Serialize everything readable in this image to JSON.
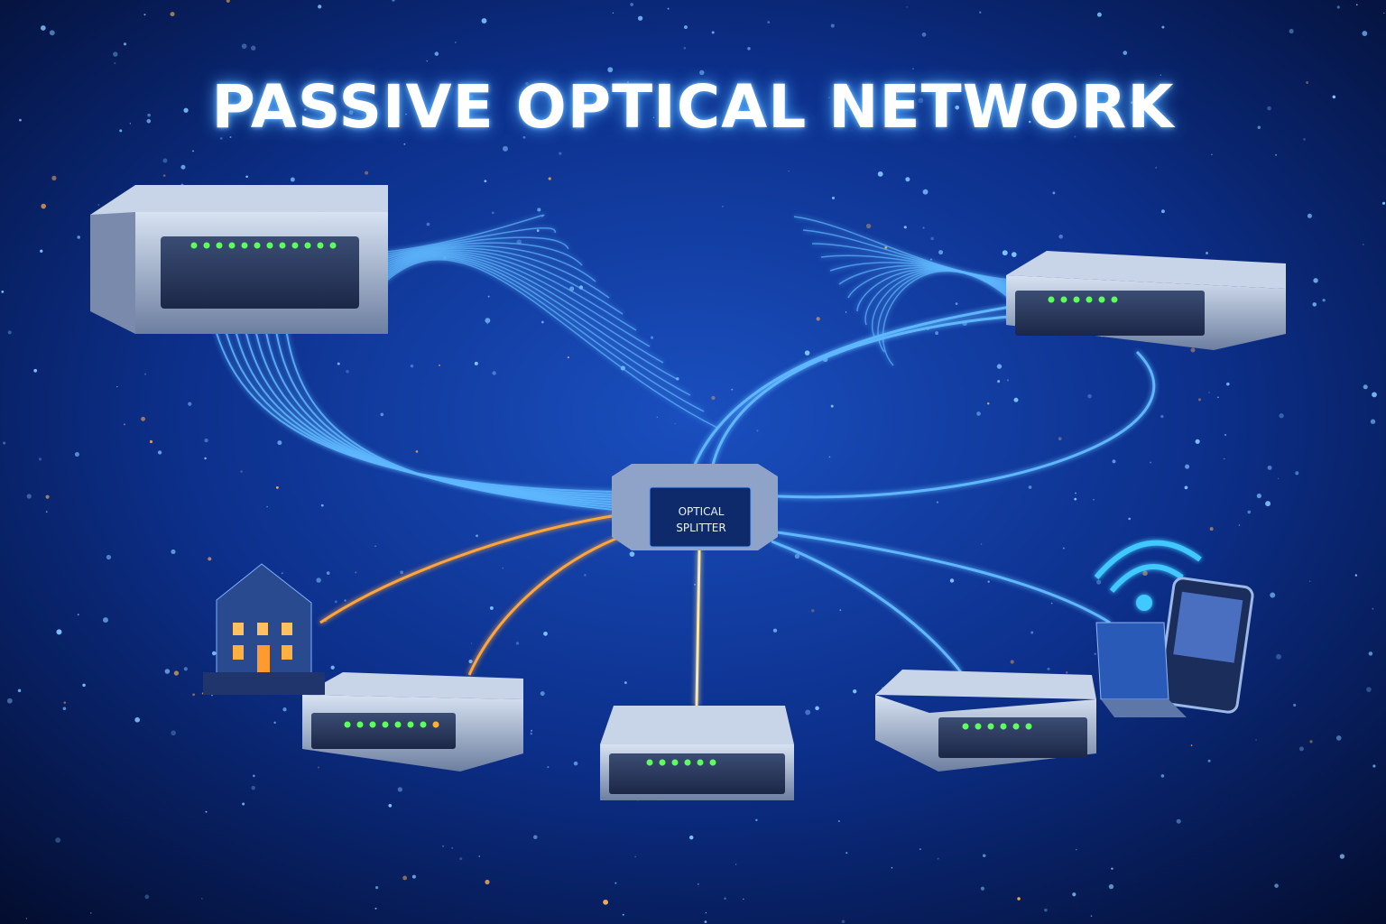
{
  "title": "PASSIVE OPTICAL NETWORK",
  "splitter": {
    "line1": "OPTICAL",
    "line2": "SPLITTER"
  },
  "colors": {
    "background": "#0a2a7a",
    "fiber_blue": "#5fb8ff",
    "fiber_orange": "#ffa53a",
    "led_green": "#5cff5c"
  },
  "devices": [
    {
      "name": "olt",
      "icon": "server-icon"
    },
    {
      "name": "network-unit-top-right",
      "icon": "server-icon"
    },
    {
      "name": "optical-splitter",
      "icon": "splitter-icon"
    },
    {
      "name": "ont-left",
      "icon": "router-icon"
    },
    {
      "name": "ont-center",
      "icon": "router-icon"
    },
    {
      "name": "ont-right",
      "icon": "router-icon"
    },
    {
      "name": "home",
      "icon": "house-icon"
    },
    {
      "name": "mobile-devices",
      "icon": "phone-icon"
    }
  ]
}
